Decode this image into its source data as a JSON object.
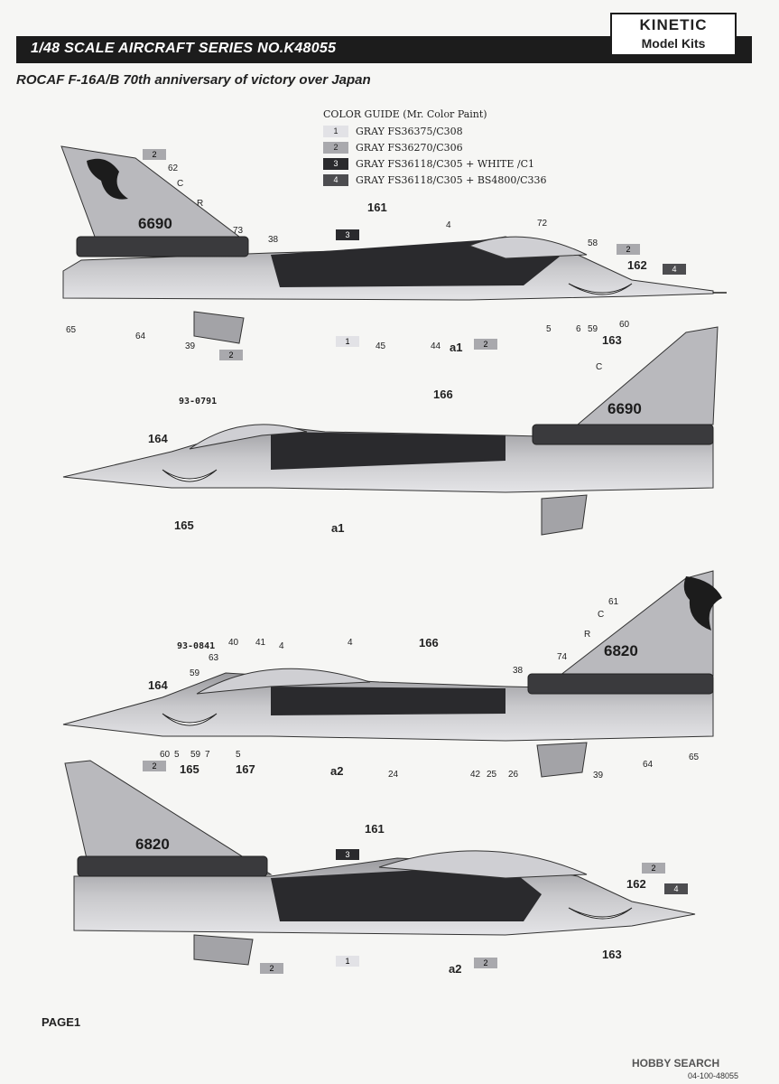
{
  "header": {
    "series": "1/48 SCALE  AIRCRAFT  SERIES NO.K48055",
    "logo_brand": "KINETIC",
    "logo_sub": "Model Kits",
    "subtitle": "ROCAF F-16A/B 70th anniversary of victory over Japan"
  },
  "color_guide": {
    "title": "COLOR GUIDE (Mr. Color Paint)",
    "items": [
      {
        "num": "1",
        "label": "GRAY FS36375/C308",
        "color": "#e2e2e6"
      },
      {
        "num": "2",
        "label": "GRAY FS36270/C306",
        "color": "#a9a9ad"
      },
      {
        "num": "3",
        "label": "GRAY FS36118/C305 + WHITE /C1",
        "color": "#2a2a2d"
      },
      {
        "num": "4",
        "label": "GRAY FS36118/C305 + BS4800/C336",
        "color": "#4d4d50"
      }
    ]
  },
  "views": {
    "v1": {
      "tail": "6690",
      "callouts": [
        "62",
        "C",
        "R",
        "73",
        "38",
        "161",
        "4",
        "72",
        "58",
        "162",
        "65",
        "64",
        "39",
        "45",
        "44",
        "a1",
        "5",
        "6",
        "59",
        "60",
        "163"
      ],
      "chips": [
        "2",
        "3",
        "2",
        "4",
        "1",
        "2",
        "2"
      ]
    },
    "v2": {
      "serial": "93-0791",
      "tail": "6690",
      "callouts": [
        "C",
        "166",
        "164",
        "165",
        "a1"
      ]
    },
    "v3": {
      "serial": "93-0841",
      "tail": "6820",
      "callouts": [
        "61",
        "C",
        "R",
        "74",
        "40",
        "41",
        "4",
        "63",
        "59",
        "4",
        "166",
        "38",
        "164",
        "60",
        "5",
        "59",
        "7",
        "5",
        "165",
        "167",
        "a2",
        "24",
        "42",
        "25",
        "26",
        "39",
        "64",
        "65"
      ]
    },
    "v4": {
      "tail": "6820",
      "callouts": [
        "161",
        "162",
        "163",
        "a2"
      ],
      "chips": [
        "2",
        "3",
        "2",
        "4",
        "2",
        "1",
        "2"
      ]
    }
  },
  "footer": {
    "page": "PAGE1",
    "part_no": "04-100-48055",
    "watermark": "HOBBY SEARCH"
  }
}
